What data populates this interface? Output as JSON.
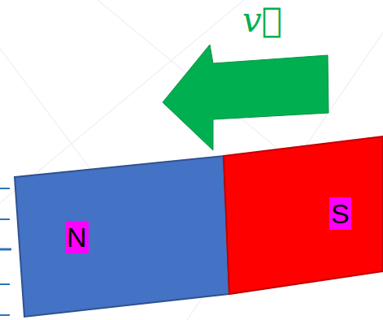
{
  "diagram": {
    "nodes": [
      {
        "text": [
          "N"
        ]
      },
      {
        "text": [
          "S"
        ]
      }
    ],
    "labels": [
      "v⃗"
    ]
  }
}
